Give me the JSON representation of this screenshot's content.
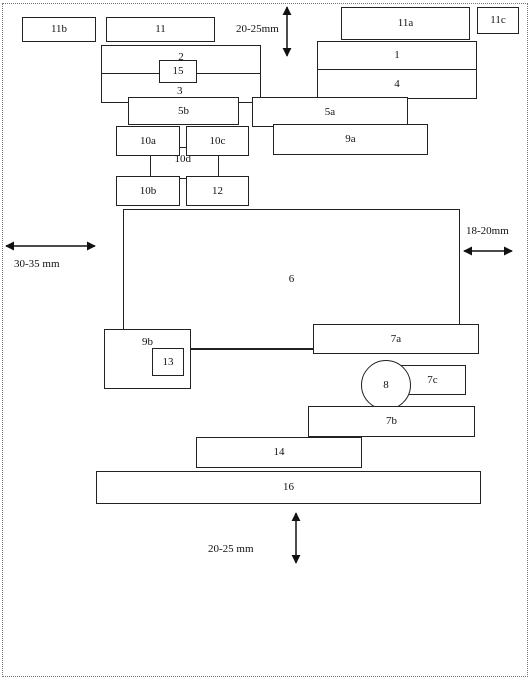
{
  "layout_diagram": {
    "boxes": {
      "b11b": "11b",
      "b11": "11",
      "b11a": "11a",
      "b11c": "11c",
      "b1": "1",
      "b4": "4",
      "b2": "2",
      "b15": "15",
      "b3": "3",
      "b5b": "5b",
      "b5a": "5a",
      "b9a": "9a",
      "b10a": "10a",
      "b10c": "10c",
      "b10d": "10d",
      "b10b": "10b",
      "b12": "12",
      "b6": "6",
      "b9b": "9b",
      "b13": "13",
      "b7a": "7a",
      "b8": "8",
      "b7c": "7c",
      "b7b": "7b",
      "b14": "14",
      "b16": "16"
    },
    "dimensions": {
      "top_margin": "20-25mm",
      "right_margin": "18-20mm",
      "left_margin": "30-35 mm",
      "bottom_margin": "20-25 mm"
    }
  }
}
